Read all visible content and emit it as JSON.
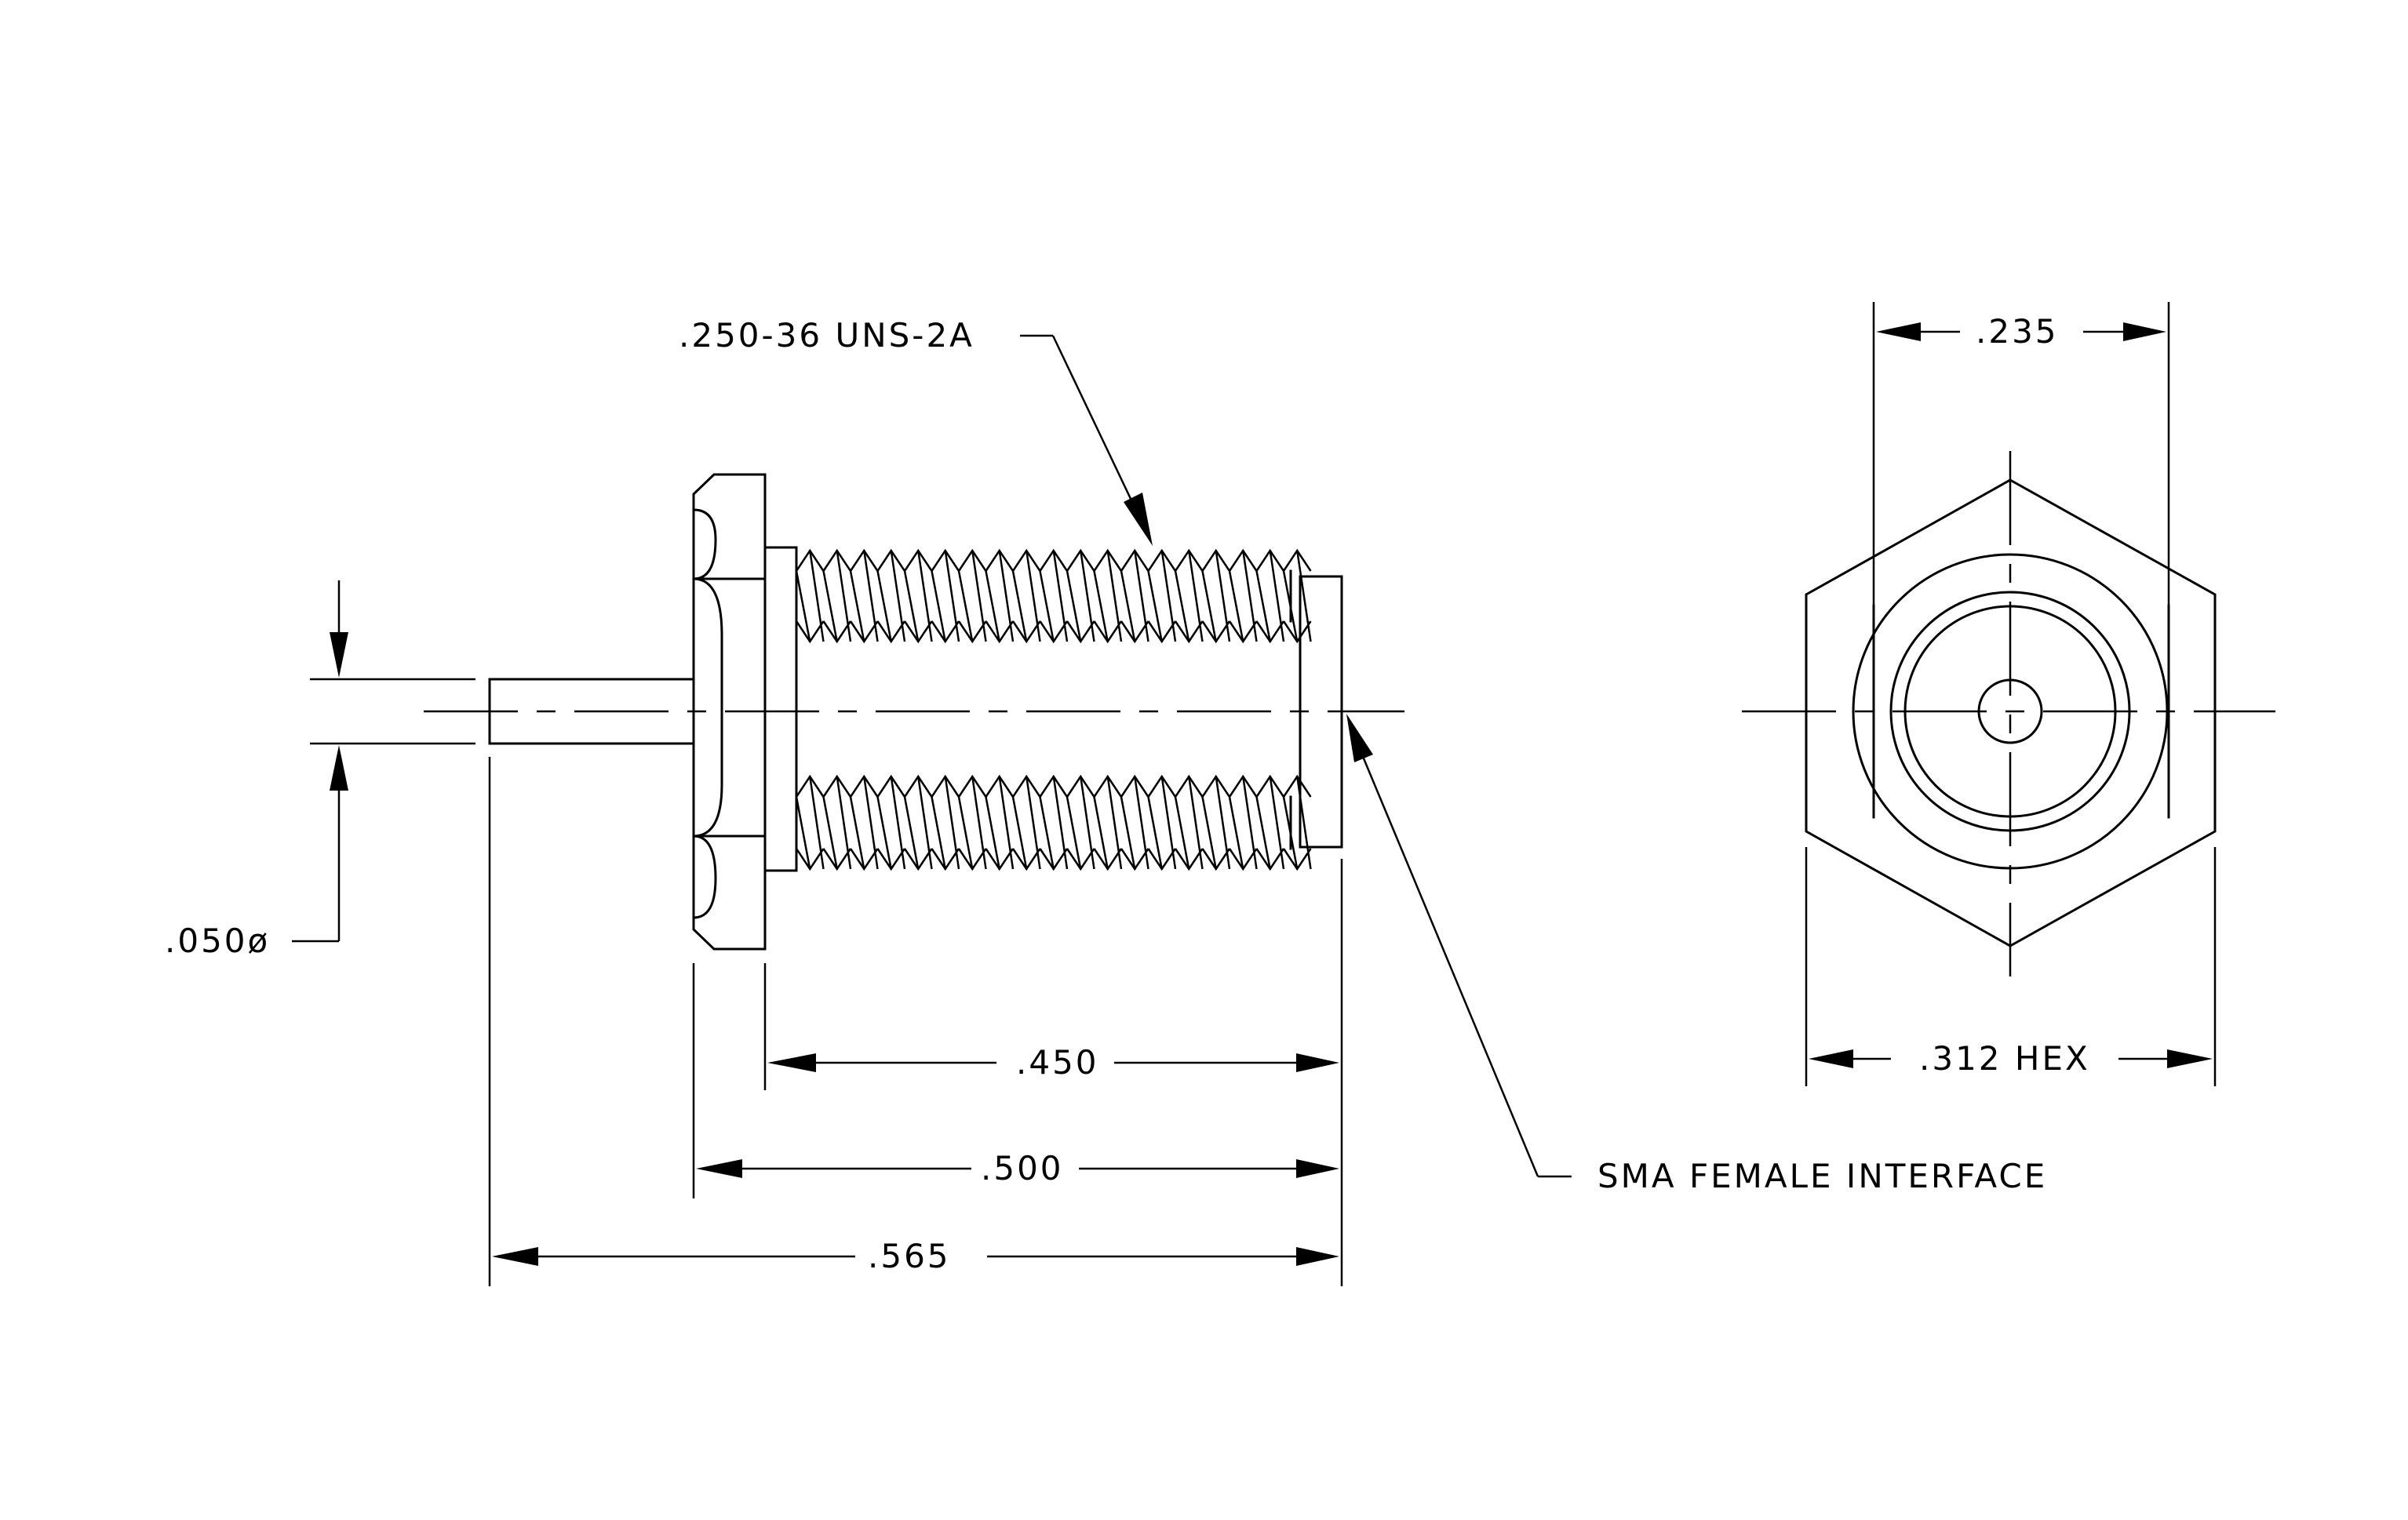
{
  "drawing": {
    "dimensions": {
      "thread_spec": ".250-36 UNS-2A",
      "pin_diameter": ".050ø",
      "thread_length": ".450",
      "body_length": ".500",
      "overall_length": ".565",
      "inner_diameter": ".235",
      "hex_size": ".312 HEX"
    },
    "notes": {
      "interface": "SMA FEMALE INTERFACE"
    }
  }
}
